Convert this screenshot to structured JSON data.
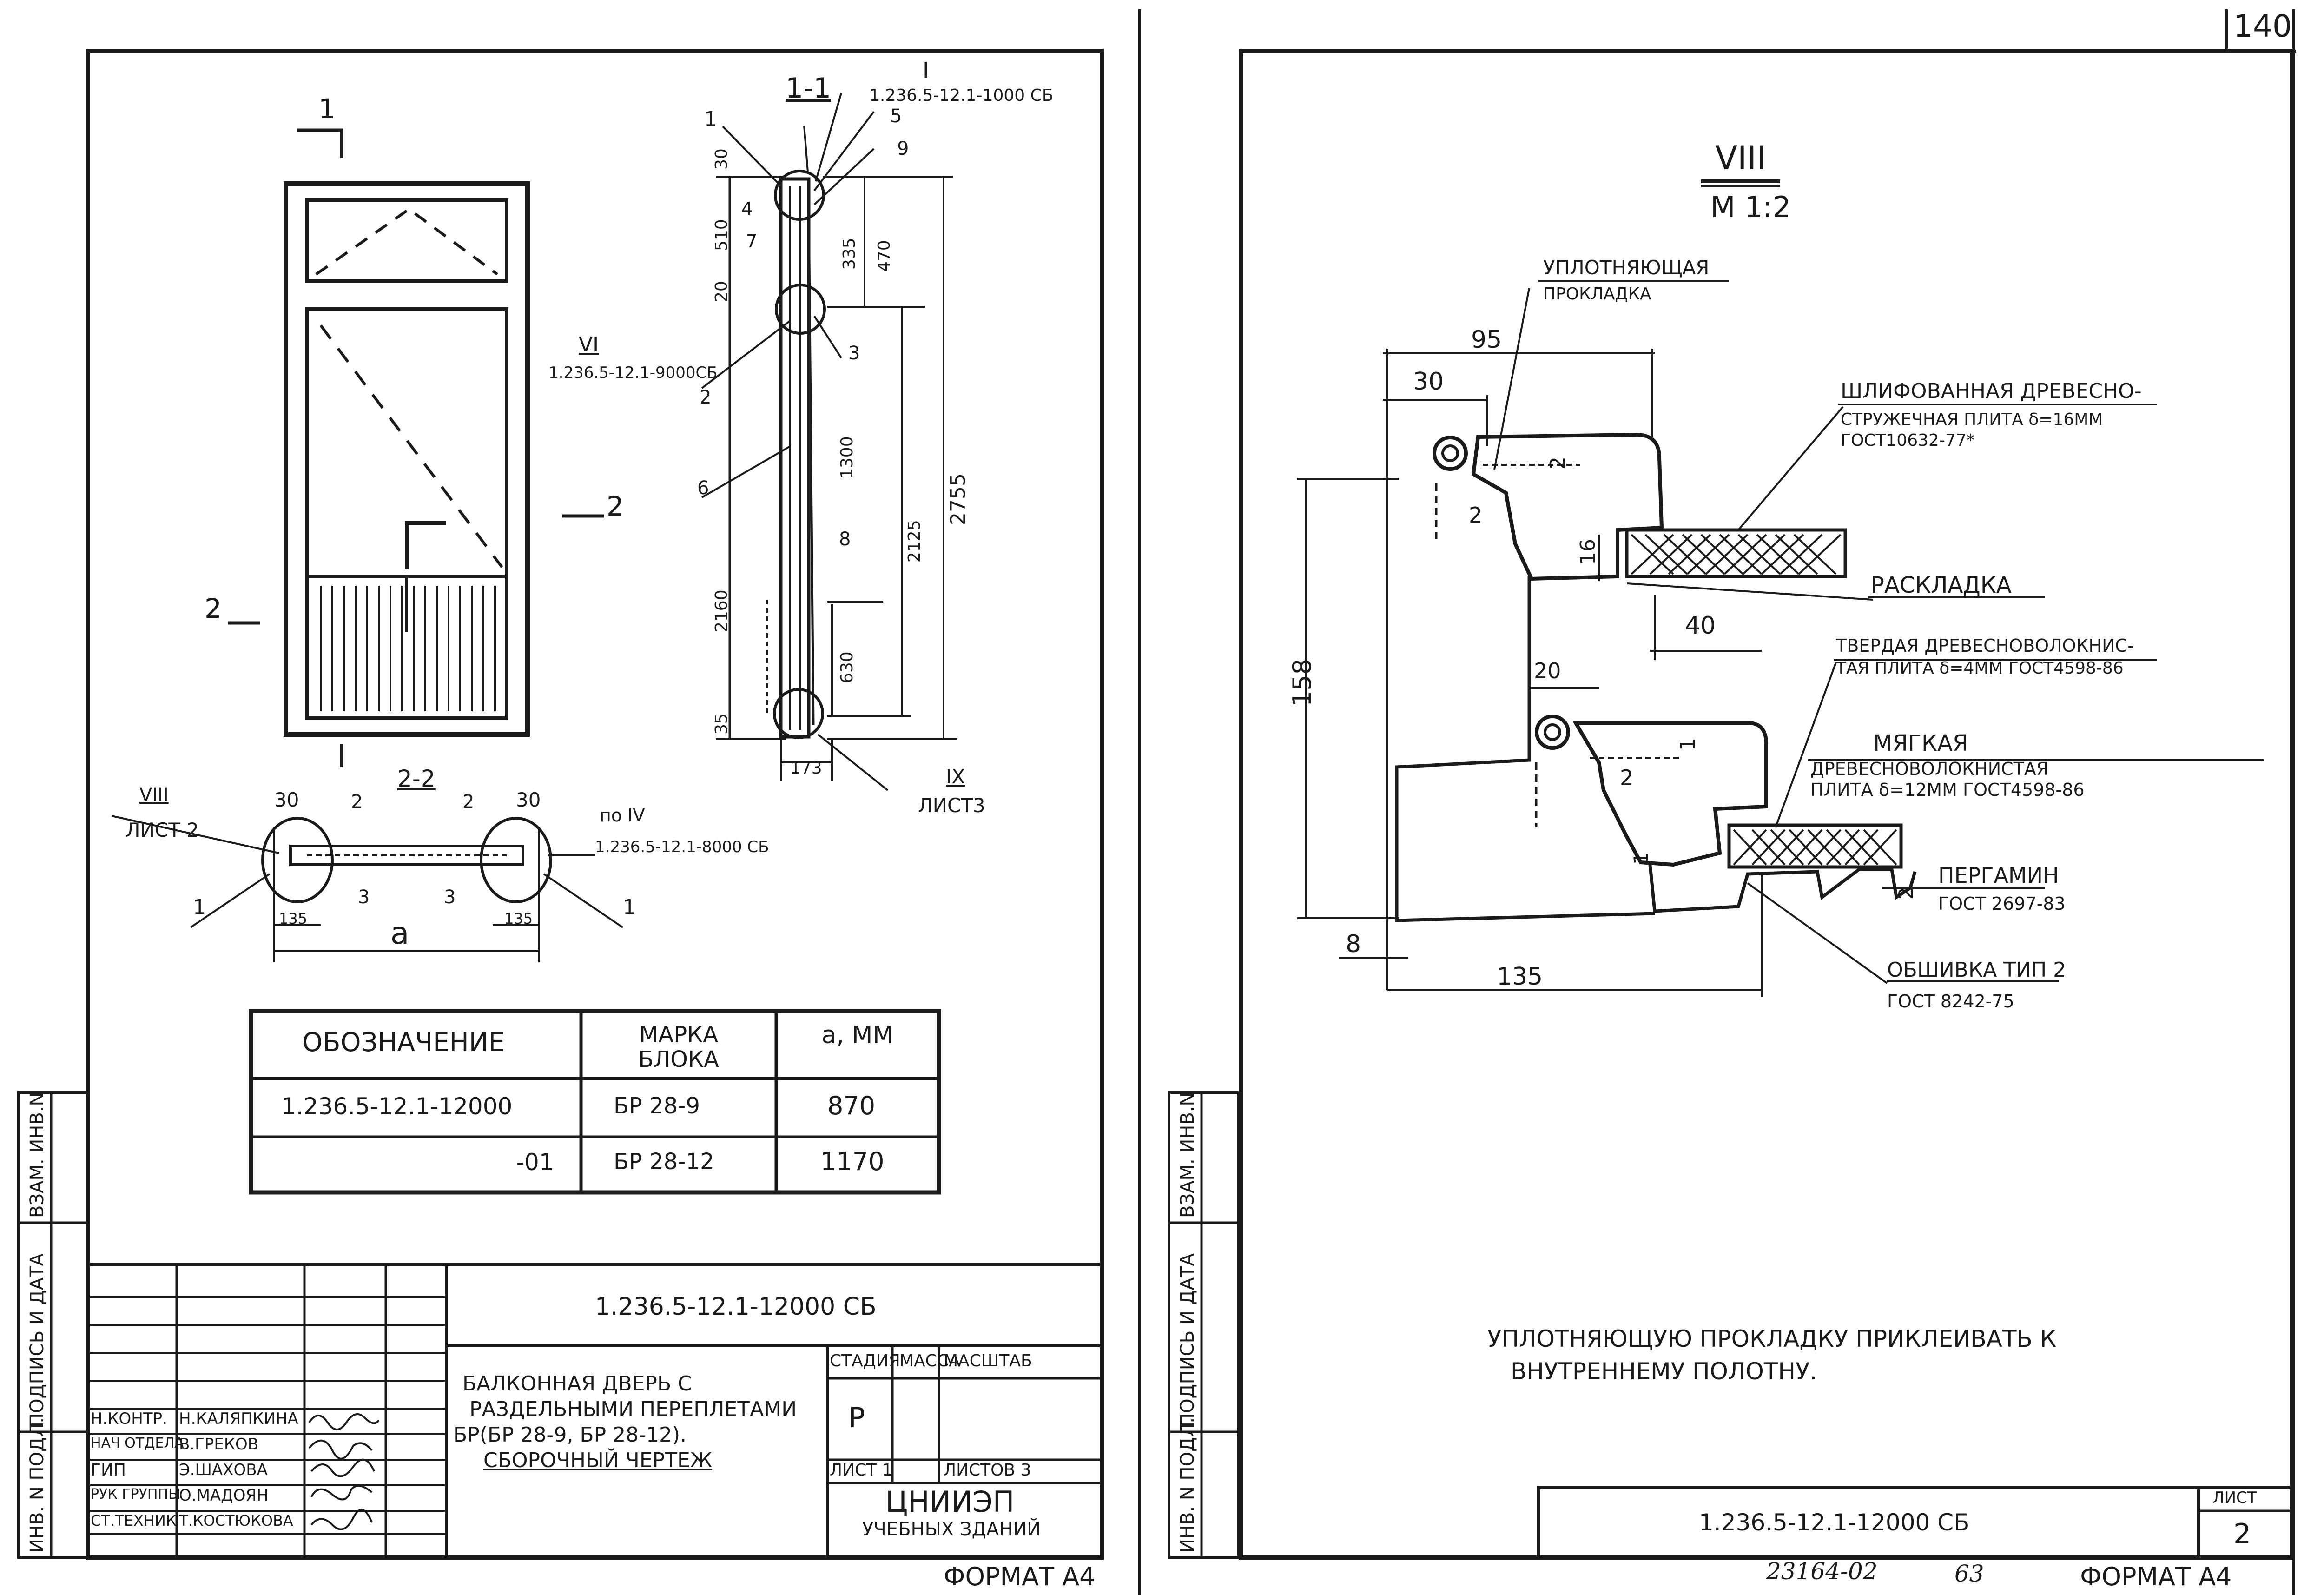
{
  "page_number": "140",
  "sheet1": {
    "section_1_1": "1-1",
    "section_2_2": "2-2",
    "cut_1": "1",
    "cut_2": "2",
    "ref_I": "I",
    "ref_I_doc": "1.236.5-12.1-1000 СБ",
    "ref_VI": "VI",
    "ref_VI_doc": "1.236.5-12.1-9000СБ",
    "ref_VIII": "VIII",
    "ref_VIII_sheet": "ЛИСТ 2",
    "ref_IV_prefix": "по IV",
    "ref_IV_doc": "1.236.5-12.1-8000 СБ",
    "ref_IX": "IX",
    "ref_IX_sheet": "ЛИСТ3",
    "positions": [
      "1",
      "5",
      "9",
      "4",
      "7",
      "3",
      "2",
      "6",
      "8",
      "2",
      "3",
      "3",
      "2",
      "1",
      "1"
    ],
    "dims_left": [
      "30",
      "510",
      "20",
      "2160",
      "35"
    ],
    "dims_right": [
      "335",
      "470",
      "1300",
      "2125",
      "2755",
      "630"
    ],
    "dim_173": "173",
    "dims_2_2": [
      "30",
      "30",
      "135",
      "135"
    ],
    "dim_a": "а",
    "table": {
      "head": [
        "ОБОЗНАЧЕНИЕ",
        "МАРКА БЛОКА",
        "а, ММ"
      ],
      "rows": [
        [
          "1.236.5-12.1-12000",
          "БР 28-9",
          "870"
        ],
        [
          "-01",
          "БР 28-12",
          "1170"
        ]
      ]
    },
    "stamp": {
      "doc": "1.236.5-12.1-12000 СБ",
      "title_lines": [
        "БАЛКОННАЯ ДВЕРЬ С",
        "РАЗДЕЛЬНЫМИ ПЕРЕПЛЕТАМИ",
        "БР(БР 28-9, БР 28-12).",
        "СБОРОЧНЫЙ ЧЕРТЕЖ"
      ],
      "col_stage": "СТАДИЯ",
      "col_mass": "МАССА",
      "col_scale": "МАСШТАБ",
      "stage": "Р",
      "sheet": "ЛИСТ 1",
      "sheets": "ЛИСТОВ 3",
      "org": "ЦНИИЭП",
      "org2": "УЧЕБНЫХ ЗДАНИЙ",
      "roles": [
        "Н.КОНТР.",
        "НАЧ ОТДЕЛА",
        "ГИП",
        "РУК ГРУППЫ",
        "СТ.ТЕХНИК"
      ],
      "names": [
        "Н.КАЛЯПКИНА",
        "В.ГРЕКОВ",
        "Э.ШАХОВА",
        "О.МАДОЯН",
        "Т.КОСТЮКОВА"
      ]
    },
    "side_labels": [
      "ВЗАМ. ИНВ.N",
      "ПОДПИСЬ И ДАТА",
      "ИНВ. N ПОДЛ."
    ],
    "format": "ФОРМАТ А4"
  },
  "sheet2": {
    "view_title": "VIII",
    "scale": "М 1:2",
    "callouts": {
      "seal1": "УПЛОТНЯЮЩАЯ",
      "seal2": "ПРОКЛАДКА",
      "chipboard1": "ШЛИФОВАННАЯ ДРЕВЕСНО-",
      "chipboard2": "СТРУЖЕЧНАЯ ПЛИТА δ=16ММ",
      "chipboard3": "ГОСТ10632-77*",
      "strip": "РАСКЛАДКА",
      "hardboard1": "ТВЕРДАЯ ДРЕВЕСНОВОЛОКНИС-",
      "hardboard2": "ТАЯ ПЛИТА δ=4ММ ГОСТ4598-86",
      "soft1": "МЯГКАЯ",
      "soft2": "ДРЕВЕСНОВОЛОКНИСТАЯ",
      "soft3": "ПЛИТА δ=12ММ ГОСТ4598-86",
      "pergamin1": "ПЕРГАМИН",
      "pergamin2": "ГОСТ 2697-83",
      "trim1": "ОБШИВКА ТИП 2",
      "trim2": "ГОСТ 8242-75"
    },
    "dims": [
      "95",
      "30",
      "2",
      "2",
      "16",
      "40",
      "20",
      "158",
      "8",
      "135",
      "1",
      "2",
      "1",
      "2"
    ],
    "note1": "УПЛОТНЯЮЩУЮ ПРОКЛАДКУ ПРИКЛЕИВАТЬ К",
    "note2": "ВНУТРЕННЕМУ ПОЛОТНУ.",
    "doc": "1.236.5-12.1-12000 СБ",
    "sheet_label": "ЛИСТ",
    "sheet_no": "2",
    "side_labels": [
      "ВЗАМ. ИНВ.N",
      "ПОДПИСЬ И ДАТА",
      "ИНВ. N ПОДЛ."
    ],
    "archive": "23164-02",
    "archive2": "63",
    "format": "ФОРМАТ А4"
  }
}
